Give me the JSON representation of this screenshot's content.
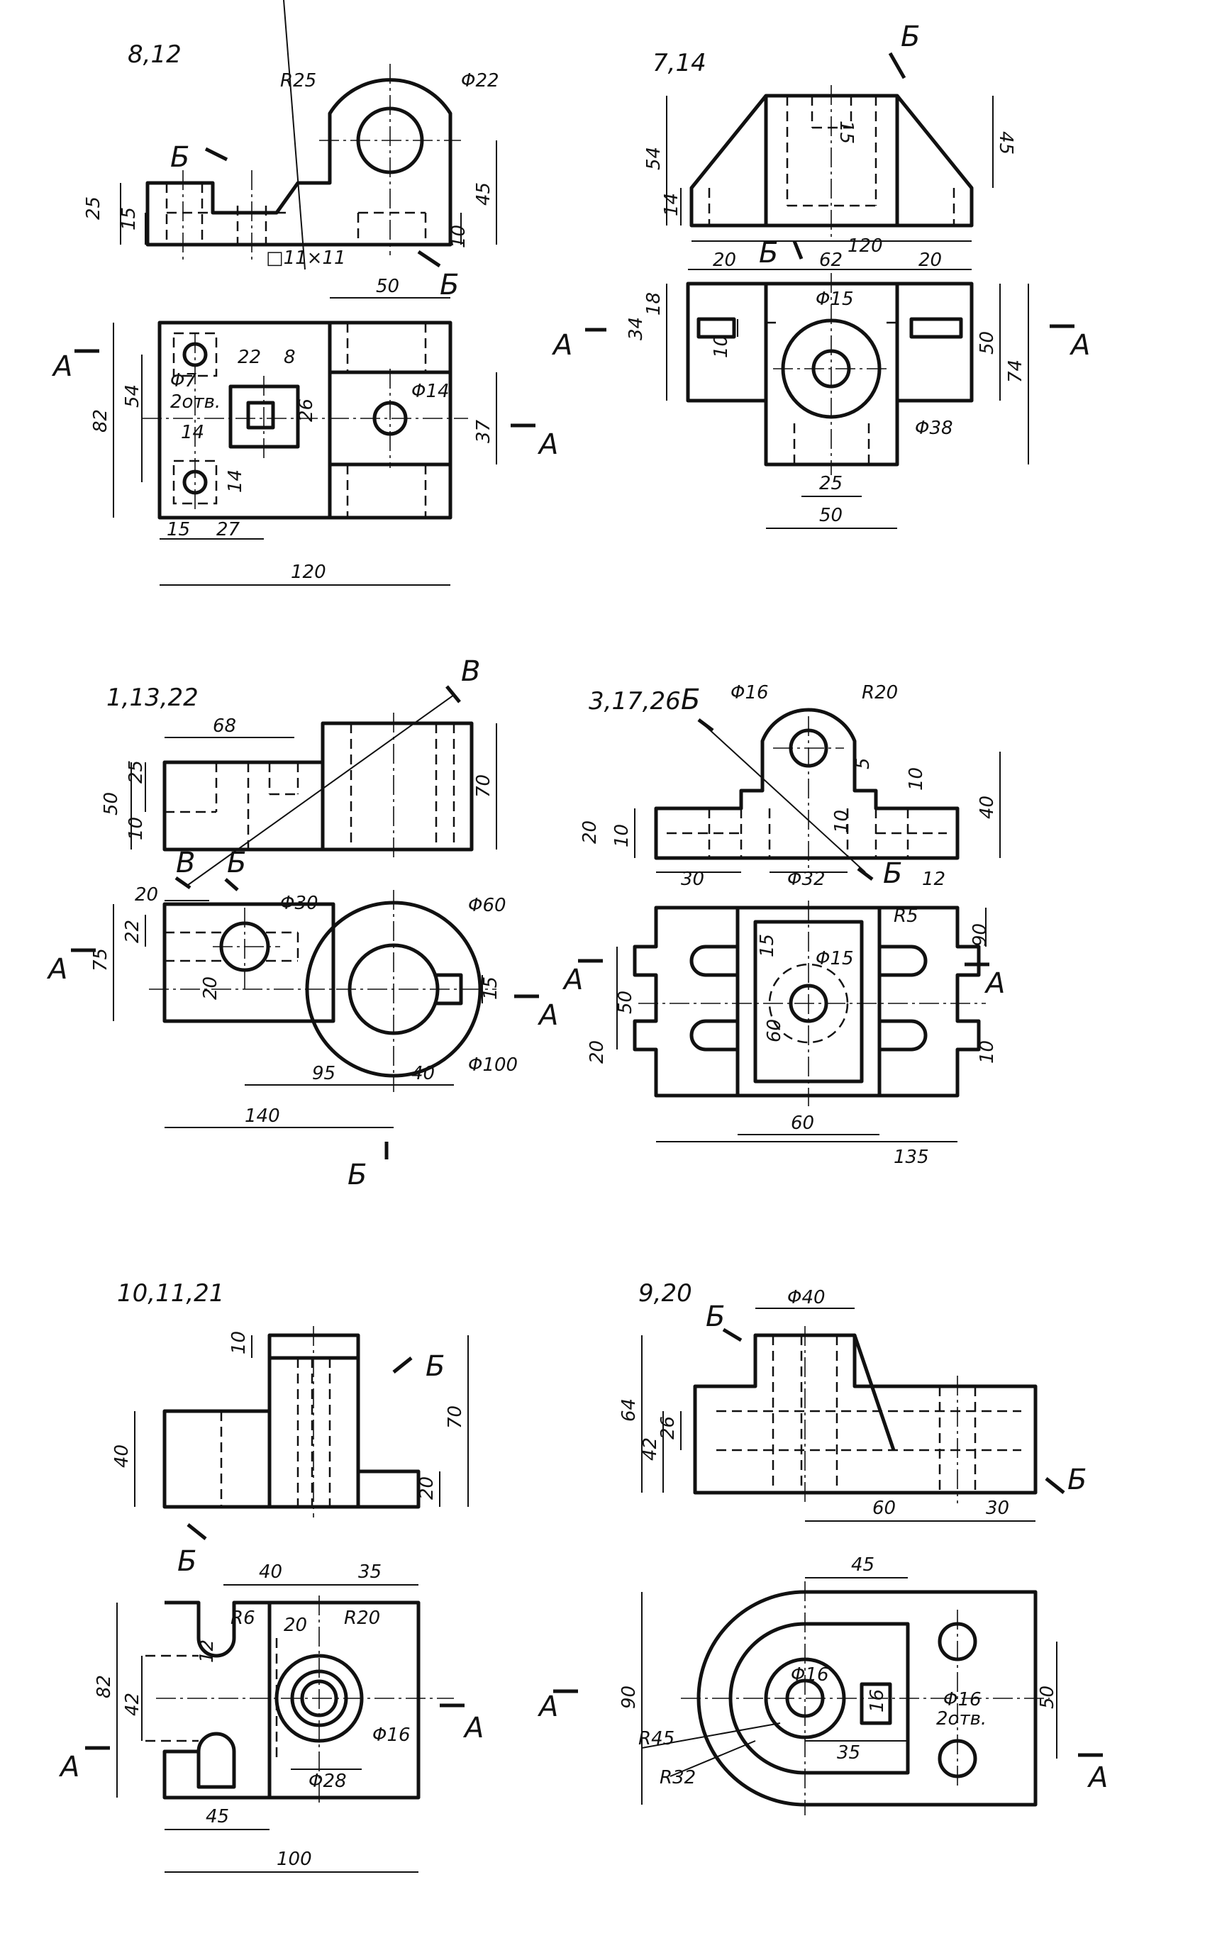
{
  "variants": [
    {
      "id": "v1",
      "title": "8,12",
      "dims": [
        "R25",
        "Φ22",
        "25",
        "15",
        "45",
        "10",
        "□11×11",
        "50",
        "82",
        "54",
        "Φ7",
        "2отв.",
        "22",
        "8",
        "26",
        "Φ14",
        "37",
        "14",
        "14",
        "15",
        "27",
        "120"
      ],
      "sections": [
        "Б",
        "Б",
        "А",
        "А"
      ]
    },
    {
      "id": "v2",
      "title": "7,14",
      "dims": [
        "54",
        "14",
        "15",
        "45",
        "120",
        "20",
        "62",
        "20",
        "18",
        "34",
        "10",
        "Φ15",
        "50",
        "74",
        "Φ38",
        "25",
        "50"
      ],
      "sections": [
        "Б",
        "Б",
        "А",
        "А"
      ]
    },
    {
      "id": "v3",
      "title": "1,13,22",
      "dims": [
        "68",
        "25",
        "50",
        "10",
        "70",
        "20",
        "Φ30",
        "Φ60",
        "22",
        "75",
        "20",
        "15",
        "95",
        "40",
        "Φ100",
        "140"
      ],
      "sections": [
        "В",
        "В",
        "Б",
        "Б",
        "А",
        "А"
      ]
    },
    {
      "id": "v4",
      "title": "3,17,26",
      "dims": [
        "Φ16",
        "R20",
        "5",
        "10",
        "40",
        "20",
        "10",
        "10",
        "30",
        "Φ32",
        "12",
        "R5",
        "90",
        "15",
        "Φ15",
        "50",
        "60",
        "20",
        "10",
        "60",
        "135"
      ],
      "sections": [
        "Б",
        "Б",
        "А",
        "А"
      ]
    },
    {
      "id": "v5",
      "title": "10,11,21",
      "dims": [
        "10",
        "70",
        "40",
        "20",
        "40",
        "35",
        "R6",
        "20",
        "R20",
        "12",
        "82",
        "42",
        "Φ16",
        "Φ28",
        "45",
        "100"
      ],
      "sections": [
        "Б",
        "Б",
        "А",
        "А"
      ]
    },
    {
      "id": "v6",
      "title": "9,20",
      "dims": [
        "Φ40",
        "64",
        "42",
        "26",
        "60",
        "30",
        "45",
        "90",
        "Φ16",
        "16",
        "Φ16",
        "2отв.",
        "50",
        "R45",
        "35",
        "R32"
      ],
      "sections": [
        "Б",
        "Б",
        "А",
        "А"
      ]
    }
  ]
}
